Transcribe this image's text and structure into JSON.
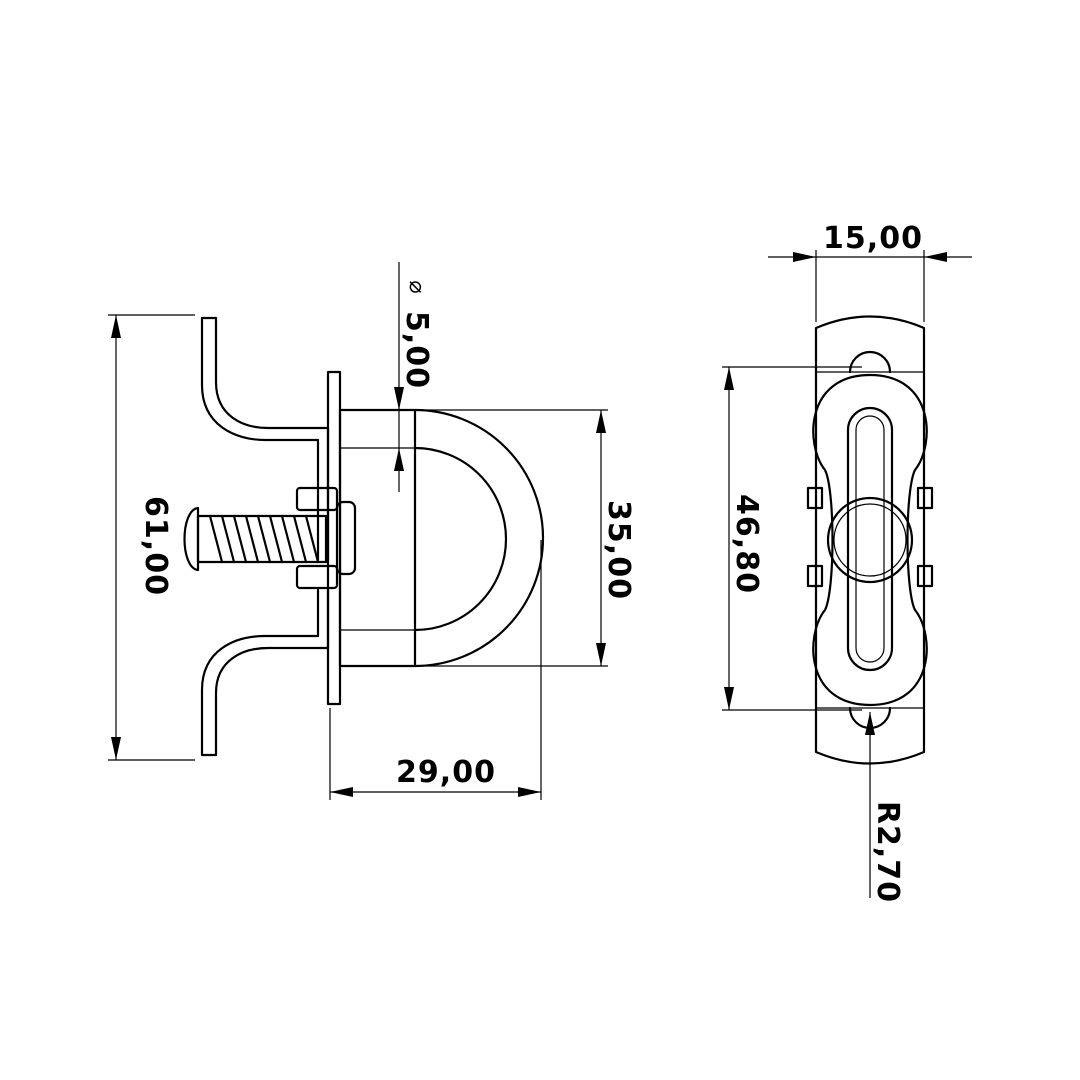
{
  "dimensions": {
    "height_total": "61,00",
    "width_depth": "29,00",
    "loop_height": "35,00",
    "diameter_symbol": "⌀",
    "diameter_value": "5,00",
    "plate_width": "15,00",
    "hole_spacing": "46,80",
    "hole_radius": "R2,70"
  },
  "colors": {
    "line": "#000000",
    "background": "#ffffff"
  }
}
